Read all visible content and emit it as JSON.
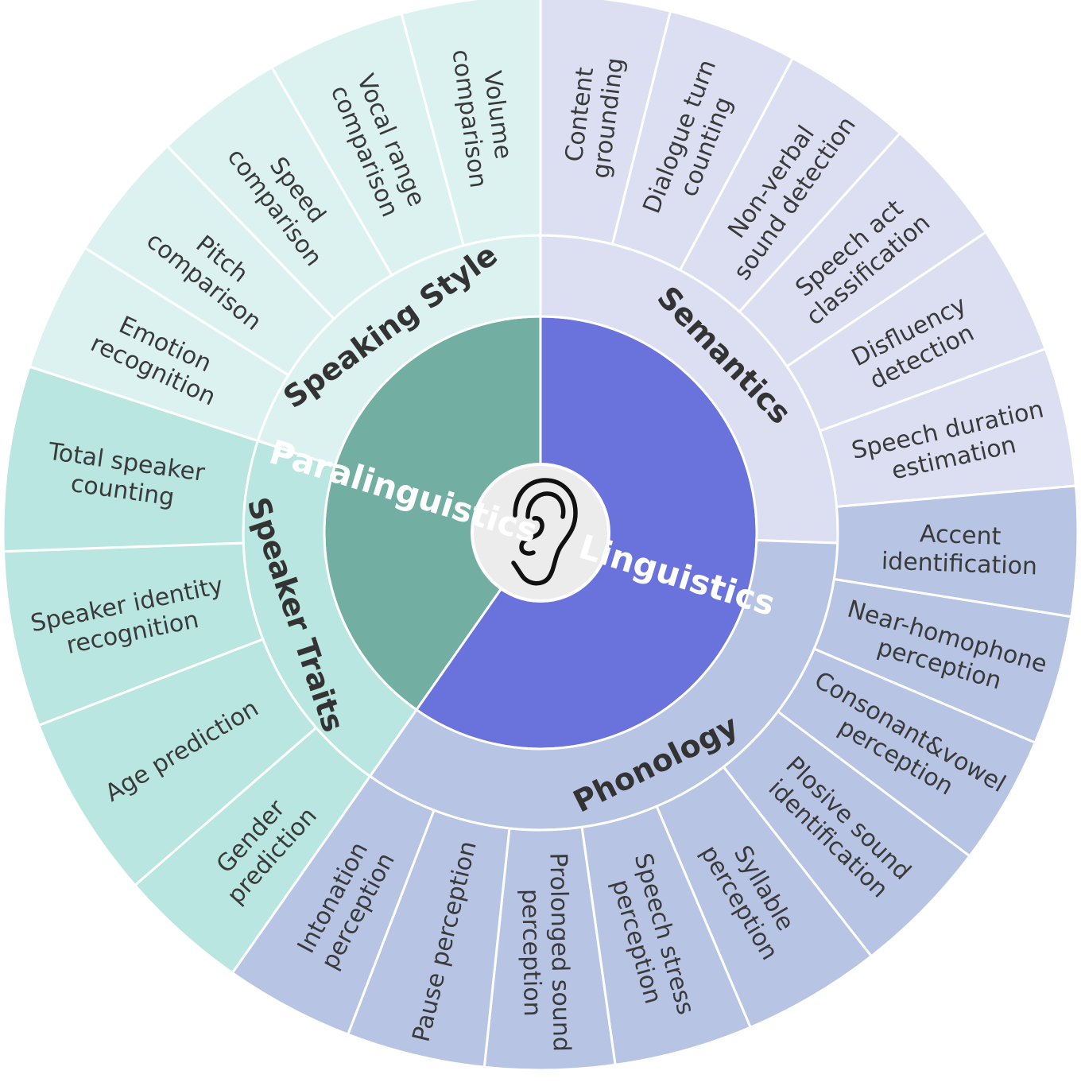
{
  "colors": {
    "para_inner": "#72afa2",
    "ling_inner": "#6a72dc",
    "speaking_style": "#dcf2f0",
    "speaker_traits": "#b9e6e0",
    "semantics": "#dcdff1",
    "phonology": "#b7c4e4",
    "divider": "#ffffff",
    "center": "#ececec"
  },
  "center_icon": "ear-icon",
  "inner": [
    {
      "id": "paralinguistics",
      "label": "Paralinguistics"
    },
    {
      "id": "linguistics",
      "label": "Linguistics"
    }
  ],
  "middle": [
    {
      "id": "semantics",
      "label": "Semantics"
    },
    {
      "id": "phonology",
      "label": "Phonology"
    },
    {
      "id": "speaker-traits",
      "label": "Speaker Traits"
    },
    {
      "id": "speaking-style",
      "label": "Speaking Style"
    }
  ],
  "outer": [
    {
      "id": "content-grounding",
      "lines": [
        "Content",
        "grounding"
      ]
    },
    {
      "id": "dialogue-turn-counting",
      "lines": [
        "Dialogue turn",
        "counting"
      ]
    },
    {
      "id": "non-verbal-sound-detection",
      "lines": [
        "Non-verbal",
        "sound detection"
      ]
    },
    {
      "id": "speech-act-classification",
      "lines": [
        "Speech act",
        "classification"
      ]
    },
    {
      "id": "disfluency-detection",
      "lines": [
        "Disfluency",
        "detection"
      ]
    },
    {
      "id": "speech-duration-estimation",
      "lines": [
        "Speech duration",
        "estimation"
      ]
    },
    {
      "id": "accent-identification",
      "lines": [
        "Accent",
        "identification"
      ]
    },
    {
      "id": "near-homophone-perception",
      "lines": [
        "Near-homophone",
        "perception"
      ]
    },
    {
      "id": "consonant-vowel-perception",
      "lines": [
        "Consonant&vowel",
        "perception"
      ]
    },
    {
      "id": "plosive-sound-identification",
      "lines": [
        "Plosive sound",
        "identification"
      ]
    },
    {
      "id": "syllable-perception",
      "lines": [
        "Syllable",
        "perception"
      ]
    },
    {
      "id": "speech-stress-perception",
      "lines": [
        "Speech stress",
        "perception"
      ]
    },
    {
      "id": "prolonged-sound-perception",
      "lines": [
        "Prolonged sound",
        "perception"
      ]
    },
    {
      "id": "pause-perception",
      "lines": [
        "Pause perception"
      ]
    },
    {
      "id": "intonation-perception",
      "lines": [
        "Intonation",
        "perception"
      ]
    },
    {
      "id": "gender-prediction",
      "lines": [
        "Gender",
        "prediction"
      ]
    },
    {
      "id": "age-prediction",
      "lines": [
        "Age prediction"
      ]
    },
    {
      "id": "speaker-identity-recognition",
      "lines": [
        "Speaker identity",
        "recognition"
      ]
    },
    {
      "id": "total-speaker-counting",
      "lines": [
        "Total speaker",
        "counting"
      ]
    },
    {
      "id": "emotion-recognition",
      "lines": [
        "Emotion",
        "recognition"
      ]
    },
    {
      "id": "pitch-comparison",
      "lines": [
        "Pitch",
        "comparison"
      ]
    },
    {
      "id": "speed-comparison",
      "lines": [
        "Speed",
        "comparison"
      ]
    },
    {
      "id": "vocal-range-comparison",
      "lines": [
        "Vocal range",
        "comparison"
      ]
    },
    {
      "id": "volume-comparison",
      "lines": [
        "Volume",
        "comparison"
      ]
    }
  ]
}
